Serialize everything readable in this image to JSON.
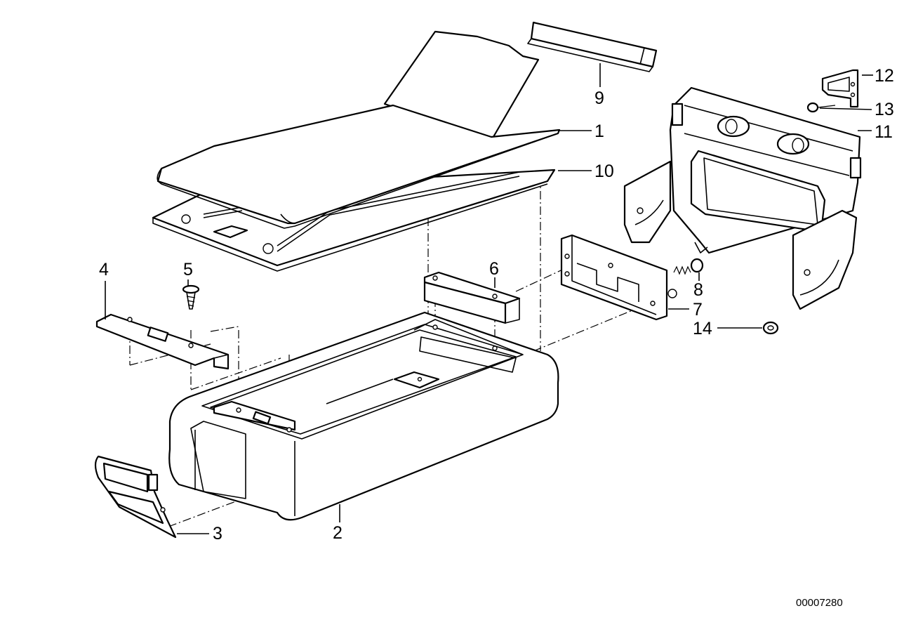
{
  "diagram": {
    "id_label": "00007280",
    "callouts": [
      {
        "key": "c1",
        "text": "1"
      },
      {
        "key": "c2",
        "text": "2"
      },
      {
        "key": "c3",
        "text": "3"
      },
      {
        "key": "c4",
        "text": "4"
      },
      {
        "key": "c5",
        "text": "5"
      },
      {
        "key": "c6",
        "text": "6"
      },
      {
        "key": "c7",
        "text": "7"
      },
      {
        "key": "c8",
        "text": "8"
      },
      {
        "key": "c9",
        "text": "9"
      },
      {
        "key": "c10",
        "text": "10"
      },
      {
        "key": "c11",
        "text": "11"
      },
      {
        "key": "c12",
        "text": "12"
      },
      {
        "key": "c13",
        "text": "13"
      },
      {
        "key": "c14",
        "text": "14"
      }
    ]
  }
}
